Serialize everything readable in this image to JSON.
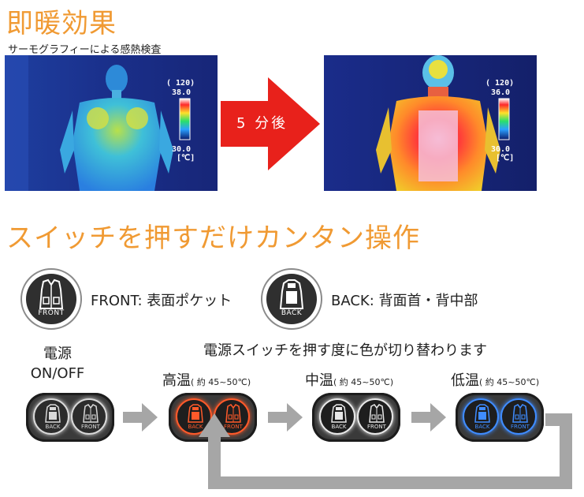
{
  "section1": {
    "title": "即暖効果",
    "subtitle": "サーモグラフィーによる感熱検査",
    "arrow_label": "5 分後",
    "before": {
      "scale_top_label": "( 120)",
      "scale_max": "38.0",
      "scale_min": "30.0",
      "unit": "[℃]"
    },
    "after": {
      "scale_top_label": "( 120)",
      "scale_max": "36.0",
      "scale_min": "30.0",
      "unit": "[℃]"
    }
  },
  "section2": {
    "title": "スイッチを押すだけカンタン操作",
    "front": {
      "icon_label": "FRONT",
      "text": "FRONT: 表面ポケット"
    },
    "back": {
      "icon_label": "BACK",
      "text": "BACK: 背面首・背中部"
    },
    "instruction": "電源スイッチを押す度に色が切り替わります",
    "power": {
      "line1": "電源",
      "line2": "ON/OFF"
    },
    "modes": [
      {
        "name": "高温",
        "range": "( 約 45~50℃)",
        "color": "#ff5a2a"
      },
      {
        "name": "中温",
        "range": "( 約 45~50℃)",
        "color": "#e8e8e8"
      },
      {
        "name": "低温",
        "range": "( 約 45~50℃)",
        "color": "#3f8cff"
      }
    ],
    "switch_labels": {
      "left": "BACK",
      "right": "FRONT"
    },
    "arrow_color": "#a6a6a6"
  }
}
